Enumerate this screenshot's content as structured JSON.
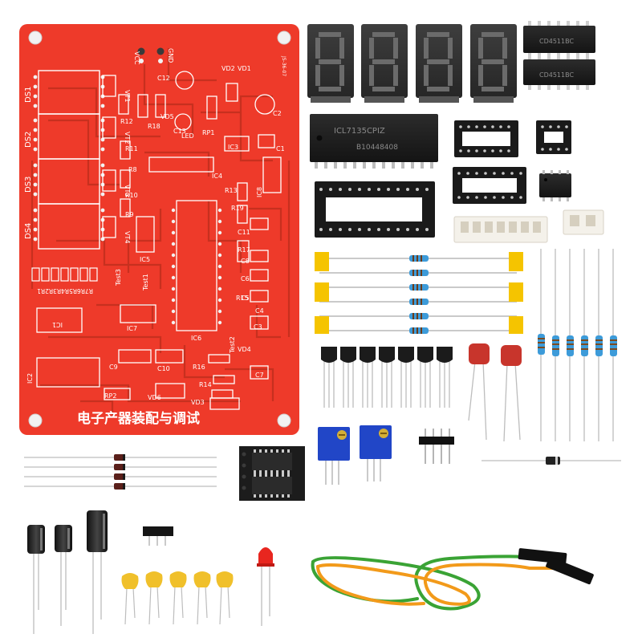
{
  "pcb": {
    "title": "电子产器装配与调试",
    "power": {
      "vcc": "VCC",
      "gnd": "GND"
    },
    "displays": [
      "DS1",
      "DS2",
      "DS3",
      "DS4"
    ],
    "regulators": [
      "VT1",
      "VT2",
      "VT3",
      "VT4"
    ],
    "ics": [
      "IC1",
      "IC2",
      "IC3",
      "IC4",
      "IC5",
      "IC6",
      "IC7",
      "IC8"
    ],
    "caps": [
      "C1",
      "C2",
      "C3",
      "C4",
      "C5",
      "C6",
      "C7",
      "C8",
      "C9",
      "C10",
      "C11",
      "C12",
      "C13"
    ],
    "resistors": [
      "R1",
      "R2",
      "R3",
      "R4",
      "R5",
      "R6",
      "R7",
      "R8",
      "R9",
      "R10",
      "R11",
      "R12",
      "R13",
      "R14",
      "R15",
      "R16",
      "R17",
      "R18",
      "R19"
    ],
    "diodes": [
      "VD1",
      "VD2",
      "VD3",
      "VD4",
      "VD5",
      "VD6"
    ],
    "test_points": [
      "Test1",
      "Test2",
      "Test3"
    ],
    "misc": {
      "led": "LED",
      "rp1": "RP1",
      "rp2": "RP2",
      "resistor_row": "R7R6R5R4R3R2R1",
      "code": "JS-36-07"
    }
  },
  "chips": {
    "adc_main": [
      "ICL7135CPIZ",
      "B10448408"
    ],
    "dip_top": "CD4511BC",
    "dip_bottom": "CD4511BC"
  },
  "colors": {
    "pcb_red": "#ee3a2a",
    "pcb_dark": "#c7301f",
    "silkscreen": "#ffffff",
    "display_body": "#333333",
    "trimmer_blue": "#2146c7",
    "wire_green": "#3aa335",
    "wire_orange": "#f29a1a",
    "cap_film": "#c8352c",
    "cap_ceramic": "#f0c02b"
  }
}
